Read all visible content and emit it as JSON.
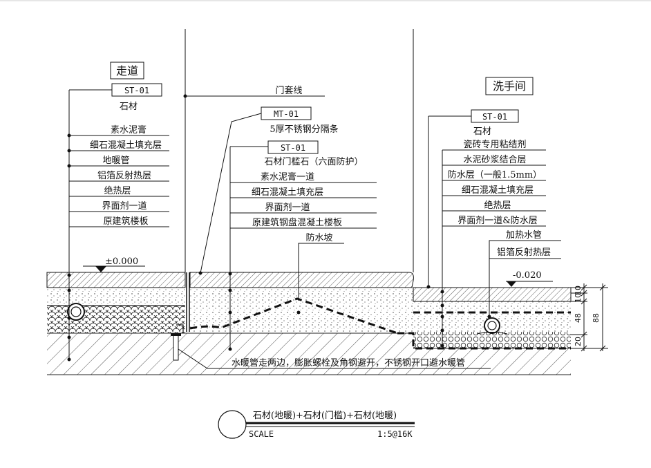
{
  "rooms": {
    "corridor": "走道",
    "washroom": "洗手间"
  },
  "left": {
    "tag": "ST-01",
    "layers": [
      "石材",
      "素水泥膏",
      "细石混凝土填充层",
      "地暖管",
      "铝箔反射热层",
      "绝热层",
      "界面剂一道",
      "原建筑楼板"
    ]
  },
  "door": {
    "label": "门套线"
  },
  "middle": {
    "mt_tag": "MT-01",
    "mt_label": "5厚不锈钢分隔条",
    "tag": "ST-01",
    "layers": [
      "石材门槛石（六面防护）",
      "素水泥膏一道",
      "细石混凝土填充层",
      "界面剂一道",
      "原建筑钢盘混凝土楼板"
    ],
    "slope": "防水坡"
  },
  "right": {
    "tag": "ST-01",
    "layers": [
      "石材",
      "瓷砖专用粘结剂",
      "水泥砂浆结合层",
      "防水层（一般1.5mm）",
      "细石混凝土填充层",
      "绝热层",
      "界面剂一道&防水层"
    ],
    "pipe": "加热水管",
    "foil": "铝箔反射热层"
  },
  "levels": {
    "left": "±0.000",
    "right": "-0.020"
  },
  "dims": {
    "a": "10",
    "b": "10",
    "c": "48",
    "d": "20",
    "total": "88"
  },
  "note": "水暖管走两边，膨胀螺栓及角钢避开，不锈钢开口避水暖管",
  "title": {
    "main": "石材(地暖)+石材(门槛)+石材(地暖)",
    "scale_label": "SCALE",
    "scale": "1:5@16K"
  }
}
